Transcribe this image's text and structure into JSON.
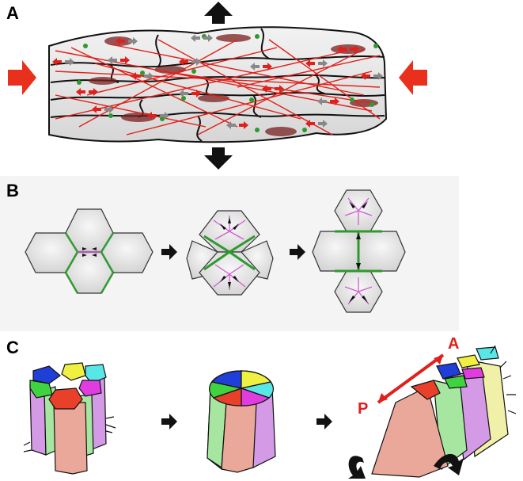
{
  "panels": {
    "a": {
      "label": "A"
    },
    "b": {
      "label": "B"
    },
    "c": {
      "label": "C",
      "axis_anterior": "A",
      "axis_posterior": "P"
    }
  },
  "colors": {
    "compression_arrow": "#e8301c",
    "stretch_arrow": "#111111",
    "cable_red": "#e0201a",
    "junction_green": "#2e9a2e",
    "myosin_magenta": "#d35cd3",
    "cell_fill": "#e8e8e8",
    "c_blue": "#1f3fd8",
    "c_green": "#3fd43f",
    "c_yellow": "#f0f040",
    "c_cyan": "#58e6e6",
    "c_magenta": "#e03ce0",
    "c_red": "#e8402a",
    "c_salmon": "#eaa89a",
    "c_lightgreen": "#a6e6a0",
    "c_violet": "#d49ae6"
  }
}
